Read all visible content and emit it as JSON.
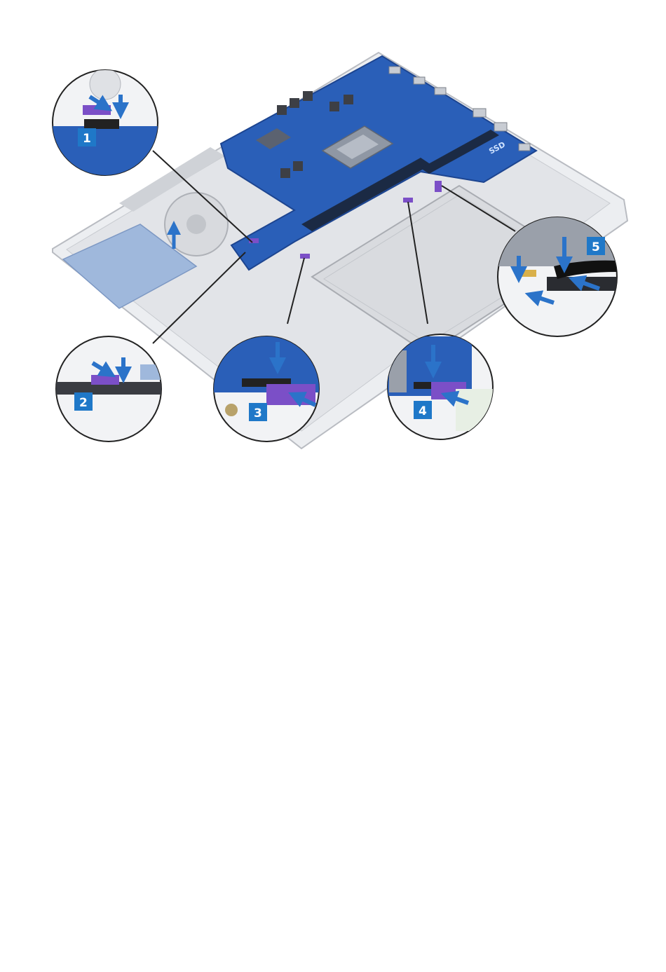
{
  "figure": {
    "kind": "disassembly-illustration",
    "board_marking": "SSD",
    "steps": [
      {
        "label": "1",
        "icon": "press-down-arrow"
      },
      {
        "label": "2",
        "icon": "press-down-arrow"
      },
      {
        "label": "3",
        "icon": "press-down-arrow"
      },
      {
        "label": "4",
        "icon": "press-down-arrow"
      },
      {
        "label": "5",
        "icon": "press-down-arrow"
      }
    ],
    "lift_indicator": "up-arrow-icon",
    "colors": {
      "board": "#2a5fb8",
      "board_dark": "#1d4590",
      "callout_badge": "#1f78c8",
      "arrow": "#2b73c9",
      "connector_highlight": "#7b4fc7",
      "chassis": "#e4e6ea",
      "chassis_edge": "#b9bcc2",
      "leader_line": "#222222"
    }
  }
}
